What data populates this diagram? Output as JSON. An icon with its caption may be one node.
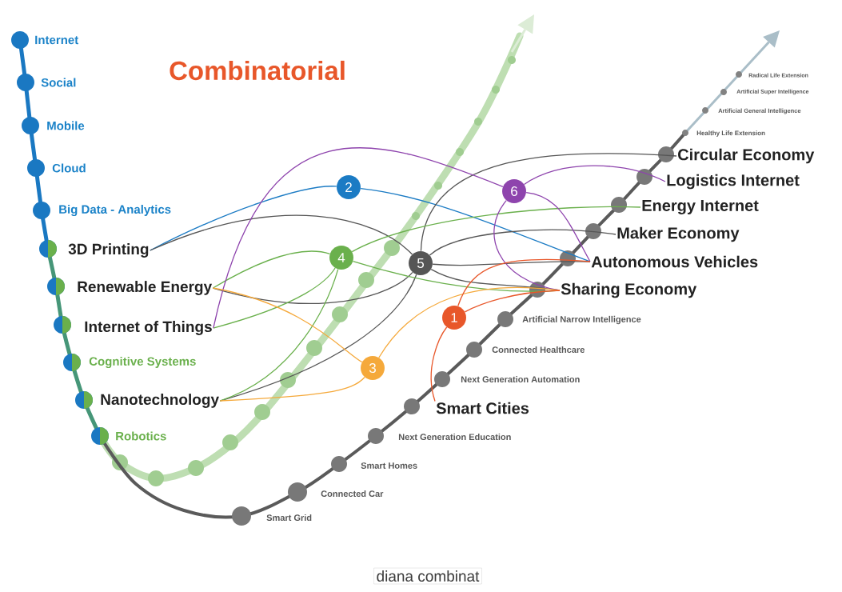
{
  "diagram": {
    "title": "Combinatorial",
    "caption": "diana combinat",
    "nodes": [
      {
        "text": [
          "3D Printing"
        ]
      },
      {
        "text": [
          "Renewable Energy"
        ]
      },
      {
        "text": [
          "Internet of Things"
        ]
      },
      {
        "text": [
          "Nanotechnology"
        ]
      },
      {
        "text": [
          "2"
        ]
      },
      {
        "text": [
          "4"
        ]
      },
      {
        "text": [
          "5"
        ]
      },
      {
        "text": [
          "6"
        ]
      },
      {
        "text": [
          "3"
        ]
      },
      {
        "text": [
          "1"
        ]
      },
      {
        "text": [
          "Circular Economy"
        ]
      },
      {
        "text": [
          "Logistics Internet"
        ]
      },
      {
        "text": [
          "Energy Internet"
        ]
      },
      {
        "text": [
          "Maker Economy"
        ]
      },
      {
        "text": [
          "Autonomous Vehicles"
        ]
      },
      {
        "text": [
          "Sharing Economy"
        ]
      },
      {
        "text": [
          "Smart Cities"
        ]
      }
    ],
    "edges": [
      {
        "from": 0,
        "to": 4,
        "arrow": "none",
        "color": "#1b7bc4"
      },
      {
        "from": 4,
        "to": 14,
        "arrow": "none",
        "color": "#1b7bc4"
      },
      {
        "from": 0,
        "to": 6,
        "arrow": "none"
      },
      {
        "from": 1,
        "to": 6,
        "arrow": "none"
      },
      {
        "from": 3,
        "to": 6,
        "arrow": "none"
      },
      {
        "from": 6,
        "to": 10,
        "arrow": "none"
      },
      {
        "from": 6,
        "to": 13,
        "arrow": "none"
      },
      {
        "from": 6,
        "to": 14,
        "arrow": "none"
      },
      {
        "from": 6,
        "to": 15,
        "arrow": "none"
      },
      {
        "from": 1,
        "to": 5,
        "arrow": "none",
        "color": "#6ab04c"
      },
      {
        "from": 2,
        "to": 5,
        "arrow": "none",
        "color": "#6ab04c"
      },
      {
        "from": 3,
        "to": 5,
        "arrow": "none",
        "color": "#6ab04c"
      },
      {
        "from": 5,
        "to": 12,
        "arrow": "none",
        "color": "#6ab04c"
      },
      {
        "from": 5,
        "to": 15,
        "arrow": "none",
        "color": "#6ab04c"
      },
      {
        "from": 2,
        "to": 7,
        "arrow": "none",
        "color": "#8e44ad"
      },
      {
        "from": 7,
        "to": 11,
        "arrow": "none",
        "color": "#8e44ad"
      },
      {
        "from": 7,
        "to": 14,
        "arrow": "none",
        "color": "#8e44ad"
      },
      {
        "from": 7,
        "to": 15,
        "arrow": "none",
        "color": "#8e44ad"
      },
      {
        "from": 1,
        "to": 8,
        "arrow": "none",
        "color": "#f5a93b"
      },
      {
        "from": 3,
        "to": 8,
        "arrow": "none",
        "color": "#f5a93b"
      },
      {
        "from": 8,
        "to": 15,
        "arrow": "none",
        "color": "#f5a93b"
      },
      {
        "from": 16,
        "to": 9,
        "arrow": "none",
        "color": "#e8572a"
      },
      {
        "from": 9,
        "to": 14,
        "arrow": "none",
        "color": "#e8572a"
      },
      {
        "from": 9,
        "to": 15,
        "arrow": "none",
        "color": "#e8572a"
      }
    ],
    "labels": [
      "Internet",
      "Social",
      "Mobile",
      "Cloud",
      "Big Data - Analytics",
      "Cognitive Systems",
      "Robotics",
      "Radical Life Extension",
      "Artificial  Super Intelligence",
      "Artificial General Intelligence",
      "Healthy Life Extension",
      "Artificial Narrow Intelligence",
      "Connected Healthcare",
      "Next Generation Automation",
      "Next Generation Education",
      "Smart Homes",
      "Connected Car",
      "Smart Grid"
    ]
  }
}
